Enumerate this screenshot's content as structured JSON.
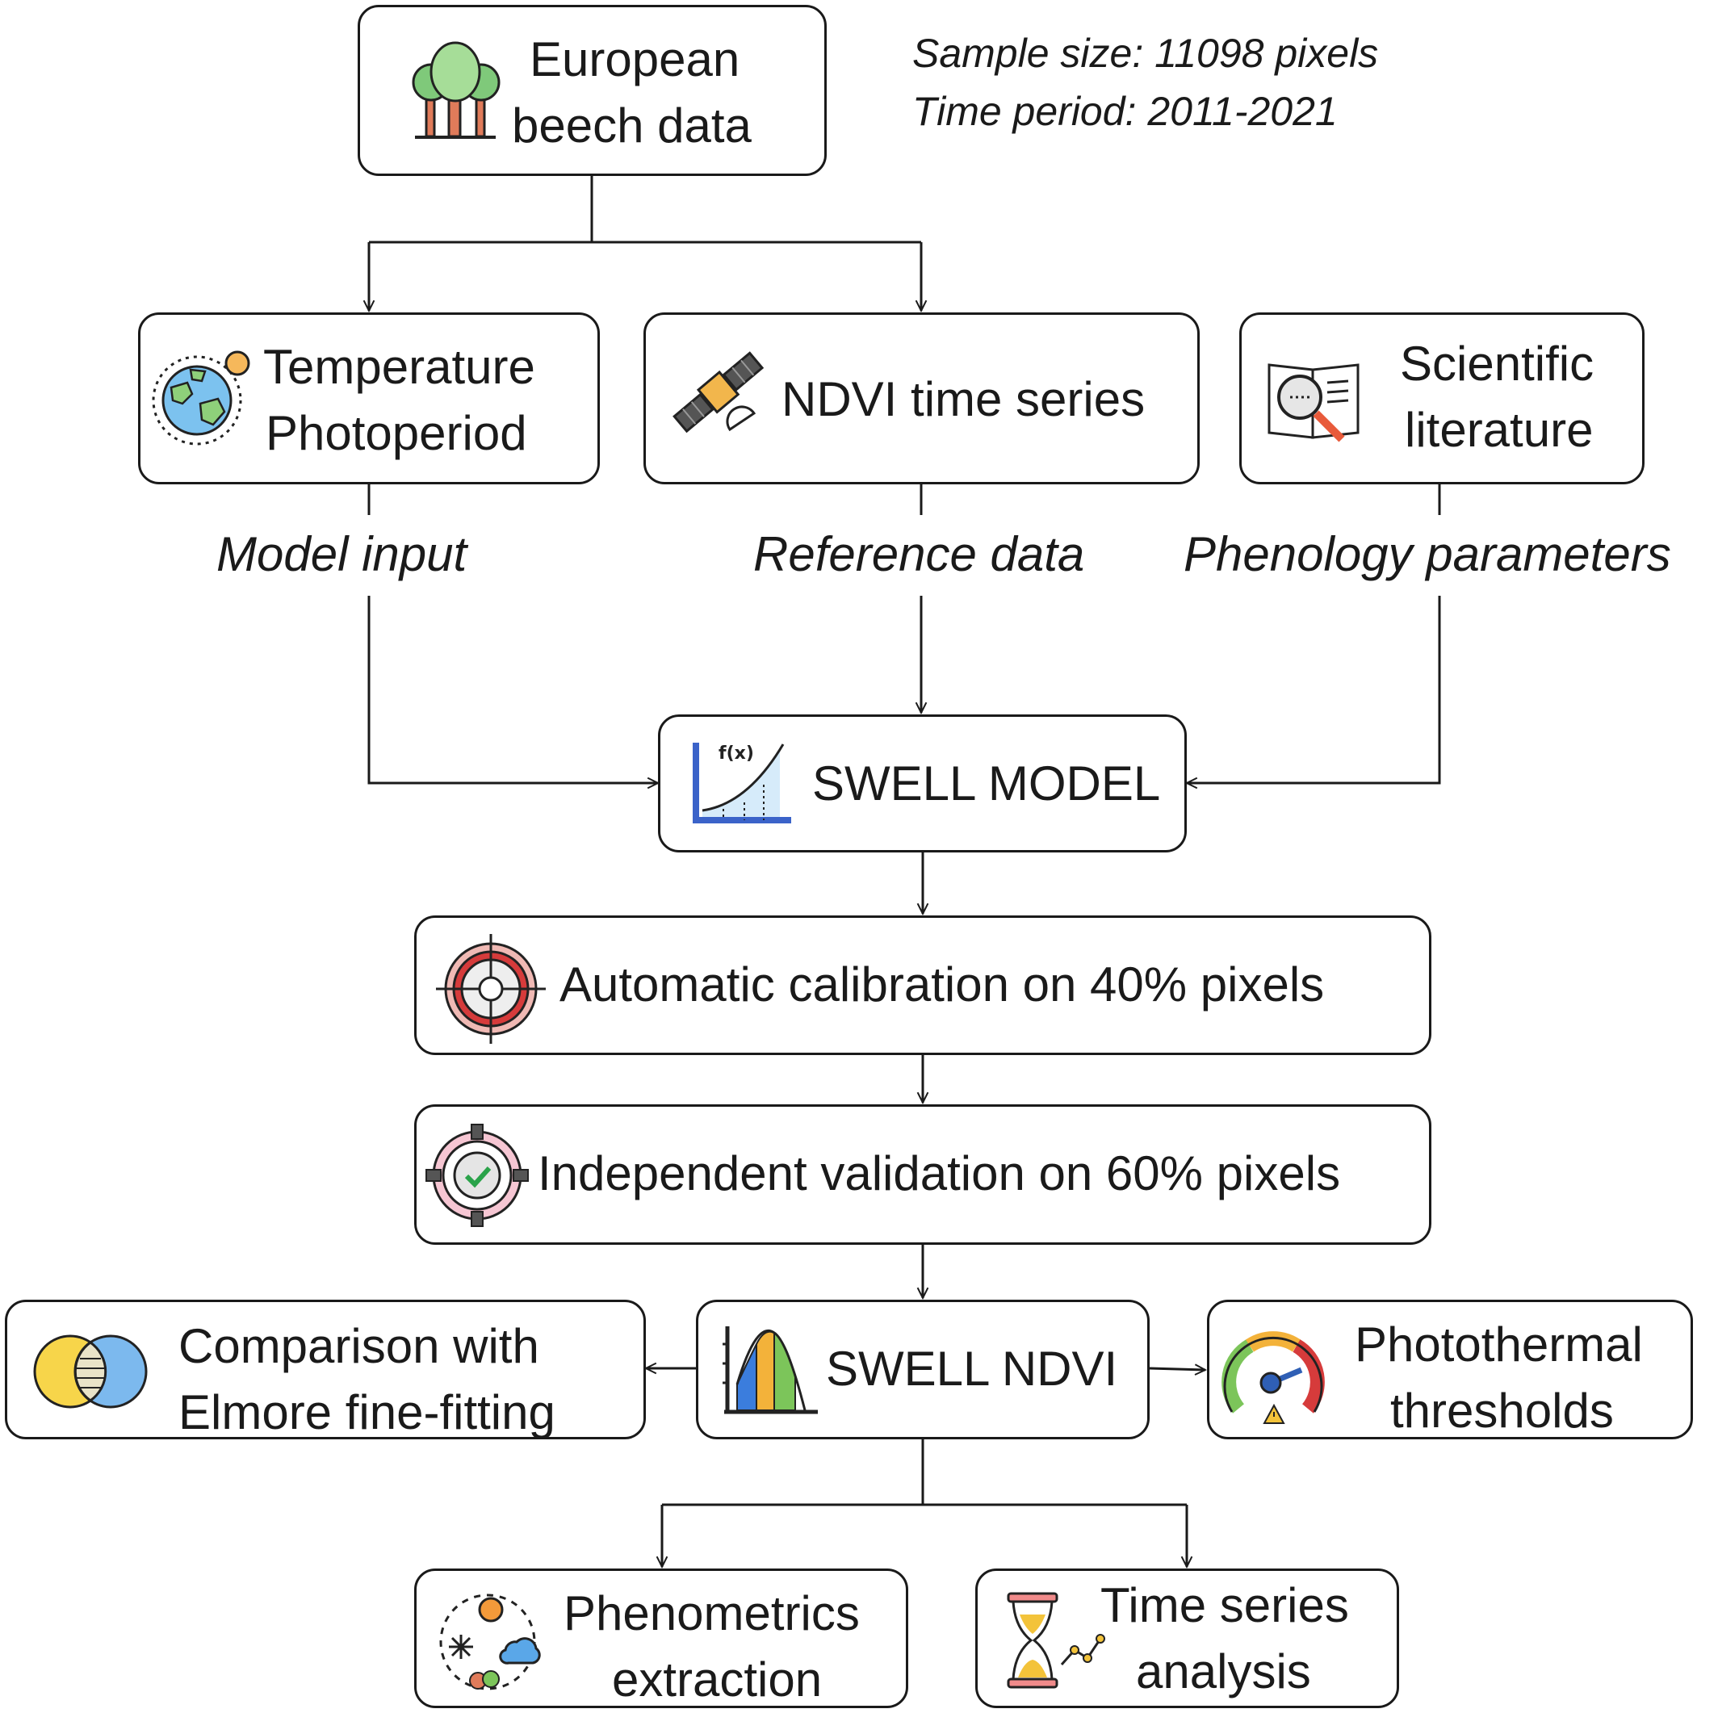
{
  "meta": {
    "sample_size": "Sample size: 11098 pixels",
    "time_period": "Time period: 2011-2021"
  },
  "nodes": {
    "beech": {
      "line1": "European",
      "line2": "beech data",
      "icon": "trees-icon"
    },
    "temperature": {
      "line1": "Temperature",
      "line2": "Photoperiod",
      "icon": "globe-sun-icon"
    },
    "ndvi": {
      "label": "NDVI time series",
      "icon": "satellite-icon"
    },
    "literature": {
      "line1": "Scientific",
      "line2": "literature",
      "icon": "book-magnifier-icon"
    },
    "swell_model": {
      "label": "SWELL MODEL",
      "icon": "function-graph-icon"
    },
    "calibration": {
      "label": "Automatic calibration on 40% pixels",
      "icon": "target-icon"
    },
    "validation": {
      "label": "Independent validation on 60% pixels",
      "icon": "target-check-icon"
    },
    "comparison": {
      "line1": "Comparison with",
      "line2": "Elmore fine-fitting",
      "icon": "venn-icon"
    },
    "swell_ndvi": {
      "label": "SWELL NDVI",
      "icon": "bell-curve-icon"
    },
    "photothermal": {
      "line1": "Photothermal",
      "line2": "thresholds",
      "icon": "gauge-icon"
    },
    "phenometrics": {
      "line1": "Phenometrics",
      "line2": "extraction",
      "icon": "seasons-icon"
    },
    "timeseries": {
      "line1": "Time series",
      "line2": "analysis",
      "icon": "hourglass-icon"
    }
  },
  "edge_labels": {
    "model_input": "Model input",
    "reference_data": "Reference data",
    "phenology_parameters": "Phenology parameters"
  }
}
